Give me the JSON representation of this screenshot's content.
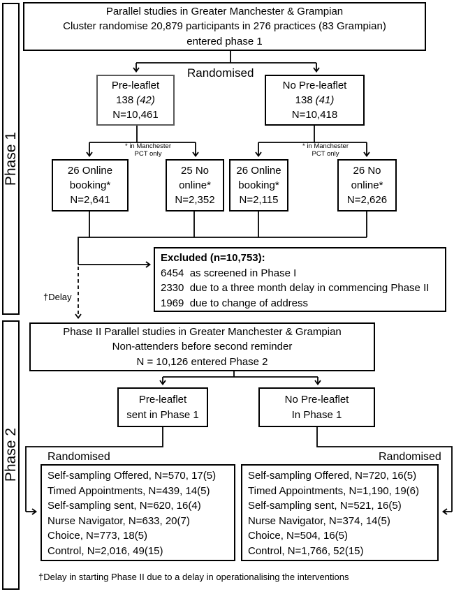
{
  "phase_labels": {
    "phase1": "Phase 1",
    "phase2": "Phase 2"
  },
  "top_box": {
    "line1": "Parallel studies in Greater Manchester & Grampian",
    "line2": "Cluster randomise 20,879 participants in 276 practices (83 Grampian)",
    "line3": "entered phase 1"
  },
  "randomised_phase1": "Randomised",
  "pre_leaflet_box": {
    "title": "Pre-leaflet",
    "count": "138",
    "count_note": "(42)",
    "n": "N=10,461"
  },
  "no_pre_leaflet_box": {
    "title": "No Pre-leaflet",
    "count": "138",
    "count_note": "(41)",
    "n": "N=10,418"
  },
  "manchester_note": {
    "line1": "* in Manchester",
    "line2": "PCT only"
  },
  "arm_boxes": [
    {
      "line1": "26 Online",
      "line2": "booking*",
      "n": "N=2,641"
    },
    {
      "line1": "25 No",
      "line2": "online*",
      "n": "N=2,352"
    },
    {
      "line1": "26 Online",
      "line2": "booking*",
      "n": "N=2,115"
    },
    {
      "line1": "26 No",
      "line2": "online*",
      "n": "N=2,626"
    }
  ],
  "excluded_box": {
    "title": "Excluded (n=10,753):",
    "items": [
      "6454  as screened in Phase I",
      "2330  due to a three month delay in commencing Phase II",
      "1969  due to change of address"
    ]
  },
  "delay_label": "†Delay",
  "phase2_entry_box": {
    "line1": "Phase II Parallel studies in Greater Manchester & Grampian",
    "line2": "Non-attenders before second reminder",
    "line3": "N = 10,126 entered Phase 2"
  },
  "p2_left_box": {
    "line1": "Pre-leaflet",
    "line2": "sent in Phase 1"
  },
  "p2_right_box": {
    "line1": "No Pre-leaflet",
    "line2": "In Phase 1"
  },
  "randomised_left": "Randomised",
  "randomised_right": "Randomised",
  "left_list": [
    "Self-sampling Offered, N=570, 17(5)",
    "Timed Appointments, N=439, 14(5)",
    "Self-sampling sent, N=620, 16(4)",
    "Nurse Navigator, N=633, 20(7)",
    "Choice, N=773, 18(5)",
    "Control, N=2,016, 49(15)"
  ],
  "right_list": [
    "Self-sampling Offered, N=720, 16(5)",
    "Timed Appointments, N=1,190, 19(6)",
    "Self-sampling sent, N=521, 16(5)",
    "Nurse Navigator, N=374, 14(5)",
    "Choice, N=504, 16(5)",
    "Control, N=1,766, 52(15)"
  ],
  "footnote": "†Delay in starting Phase II due to a delay in operationalising the interventions",
  "colors": {
    "line": "#000000",
    "pre_leaflet_border": "#595959",
    "bg": "#ffffff"
  }
}
